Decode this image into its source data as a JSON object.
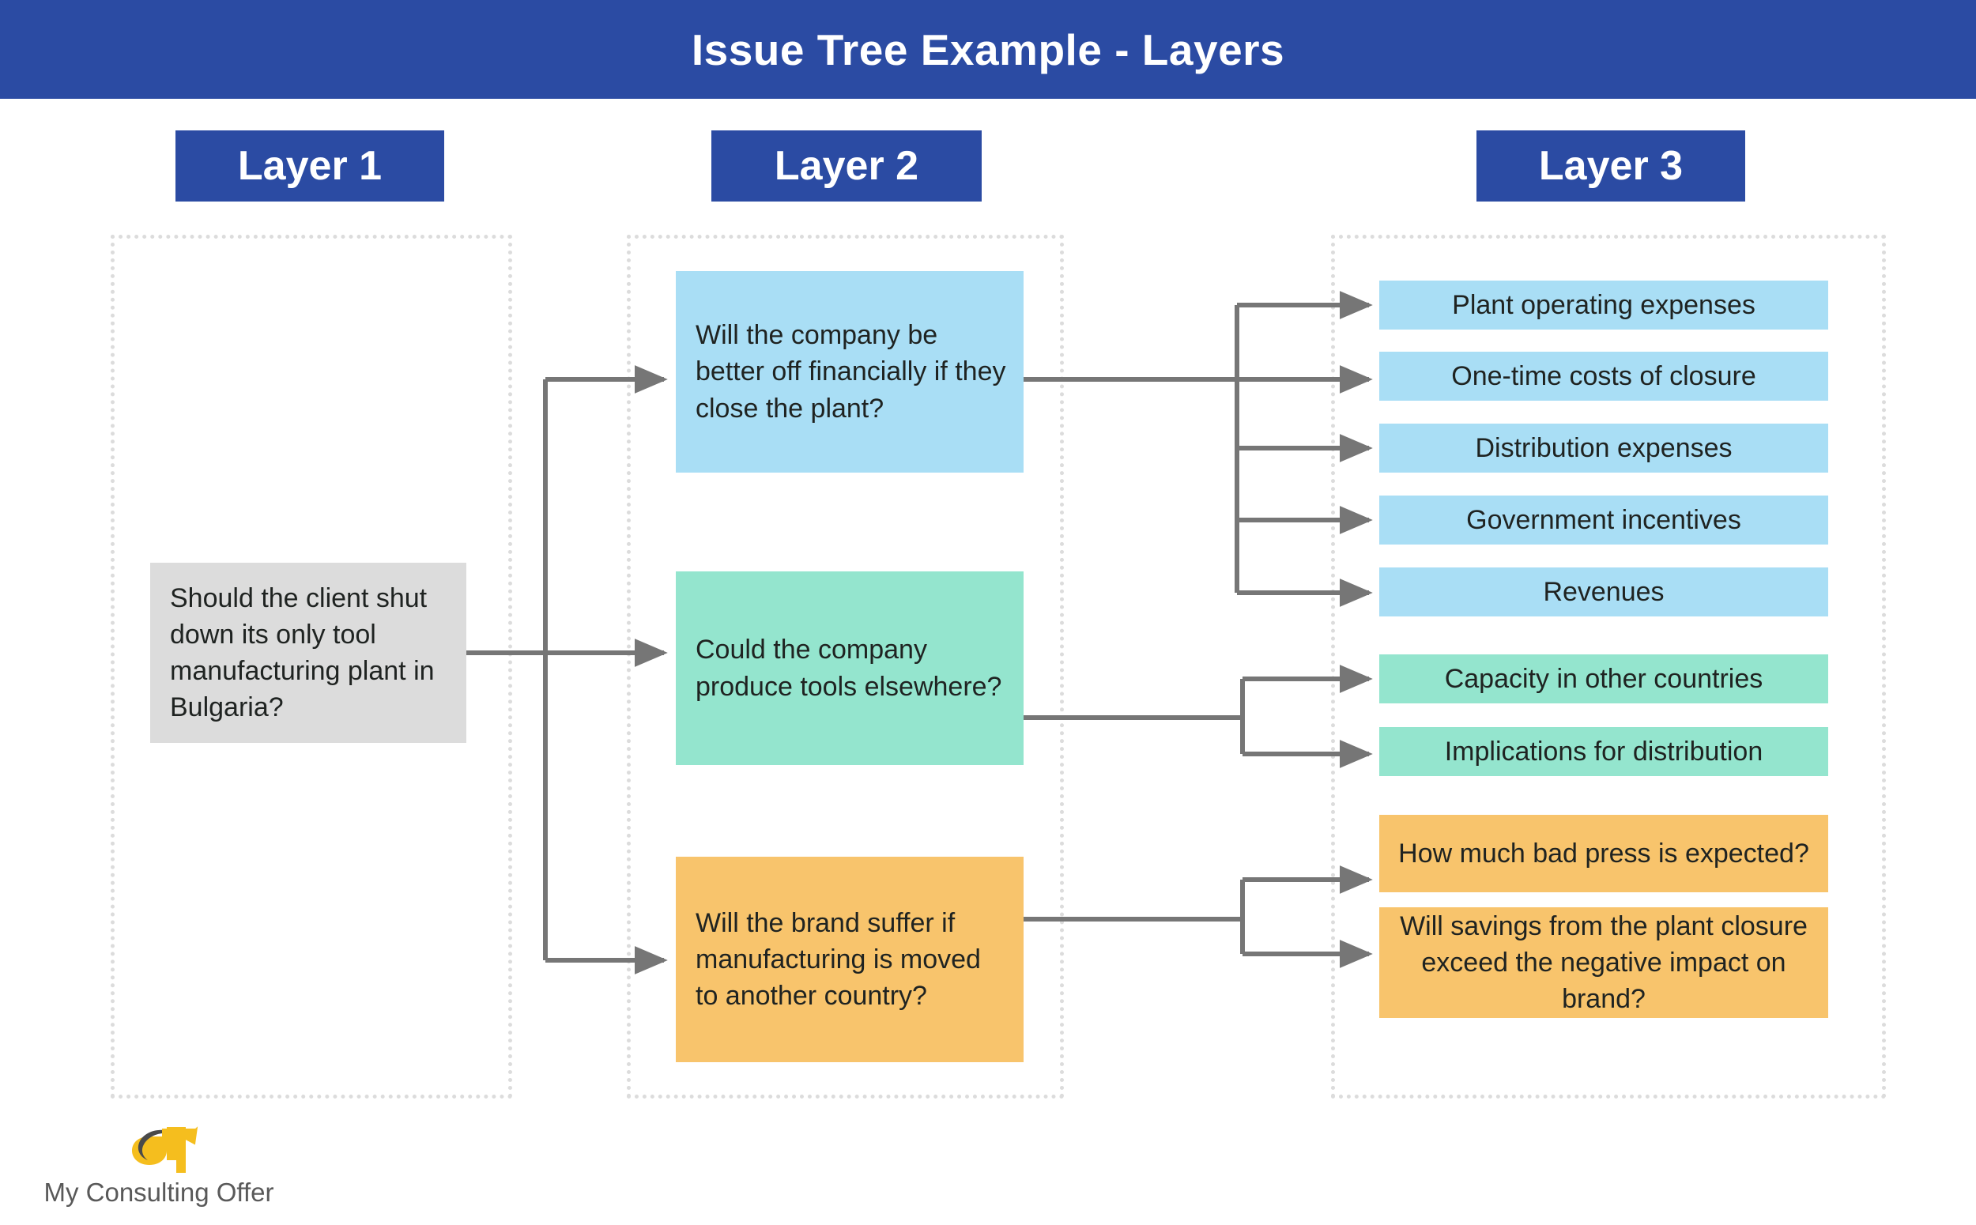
{
  "header": {
    "title": "Issue Tree Example - Layers",
    "background_color": "#2B4BA3",
    "text_color": "#FFFFFF"
  },
  "layers": [
    {
      "id": "layer-1",
      "label": "Layer 1"
    },
    {
      "id": "layer-2",
      "label": "Layer 2"
    },
    {
      "id": "layer-3",
      "label": "Layer 3"
    }
  ],
  "colors": {
    "brand_blue": "#2B4BA3",
    "root_grey": "#DCDCDC",
    "branch_blue": "#A9DEF5",
    "branch_green": "#94E5CE",
    "branch_amber": "#F8C46C",
    "connector_grey": "#767676",
    "dotted_border": "#DCDCDC",
    "text_dark": "#1F2321",
    "logo_yellow": "#F5BE1E",
    "logo_text": "#595959"
  },
  "layer1": {
    "root": {
      "text": "Should the client shut down its only tool manufacturing plant in Bulgaria?",
      "color": "#DCDCDC"
    }
  },
  "layer2": {
    "nodes": [
      {
        "id": "financial",
        "text": "Will the company be better off financially if they close the plant?",
        "color": "#A9DEF5"
      },
      {
        "id": "elsewhere",
        "text": "Could the company produce tools elsewhere?",
        "color": "#94E5CE"
      },
      {
        "id": "brand",
        "text": "Will the brand suffer if manufacturing is moved to another country?",
        "color": "#F8C46C"
      }
    ]
  },
  "layer3": {
    "groups": [
      {
        "parent": "financial",
        "color": "#A9DEF5",
        "items": [
          "Plant operating expenses",
          "One-time costs of closure",
          "Distribution expenses",
          "Government incentives",
          "Revenues"
        ]
      },
      {
        "parent": "elsewhere",
        "color": "#94E5CE",
        "items": [
          "Capacity in other countries",
          "Implications for distribution"
        ]
      },
      {
        "parent": "brand",
        "color": "#F8C46C",
        "items": [
          "How much bad press is expected?",
          "Will savings from the plant closure exceed the negative impact on brand?"
        ]
      }
    ]
  },
  "footer": {
    "brand_name": "My Consulting Offer"
  }
}
